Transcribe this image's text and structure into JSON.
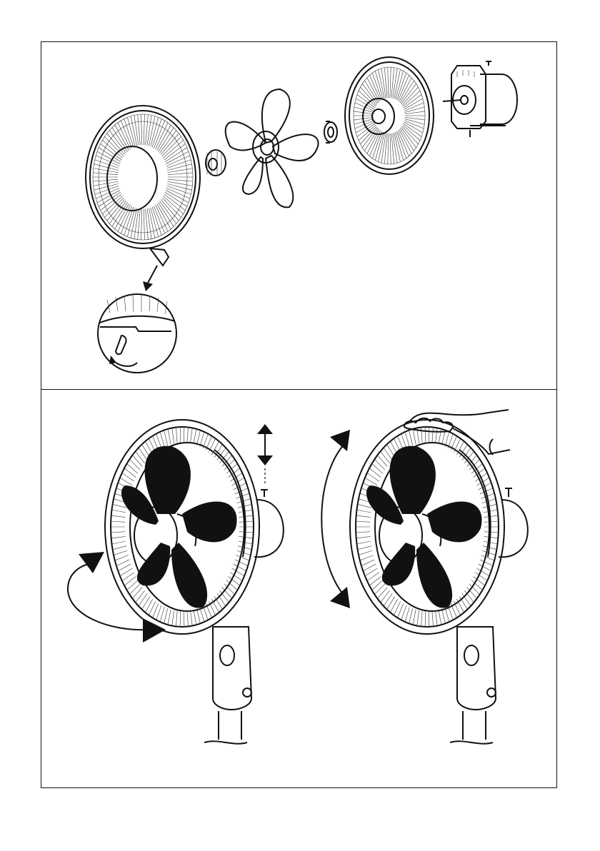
{
  "figures": [
    {
      "id": "disassembly",
      "description_icons": [
        "front-grille-icon",
        "spinner-nut-icon",
        "blade-icon",
        "nut-icon",
        "rear-grille-icon",
        "motor-icon",
        "clip-detail-icon"
      ]
    },
    {
      "id": "oscillation",
      "description_icons": [
        "fan-head-icon",
        "rotate-arrow-icon",
        "height-arrow-icon"
      ]
    },
    {
      "id": "tilt",
      "description_icons": [
        "fan-head-icon",
        "hand-icon",
        "tilt-arrow-icon"
      ]
    }
  ],
  "colors": {
    "line": "#111111",
    "paper": "#ffffff"
  }
}
